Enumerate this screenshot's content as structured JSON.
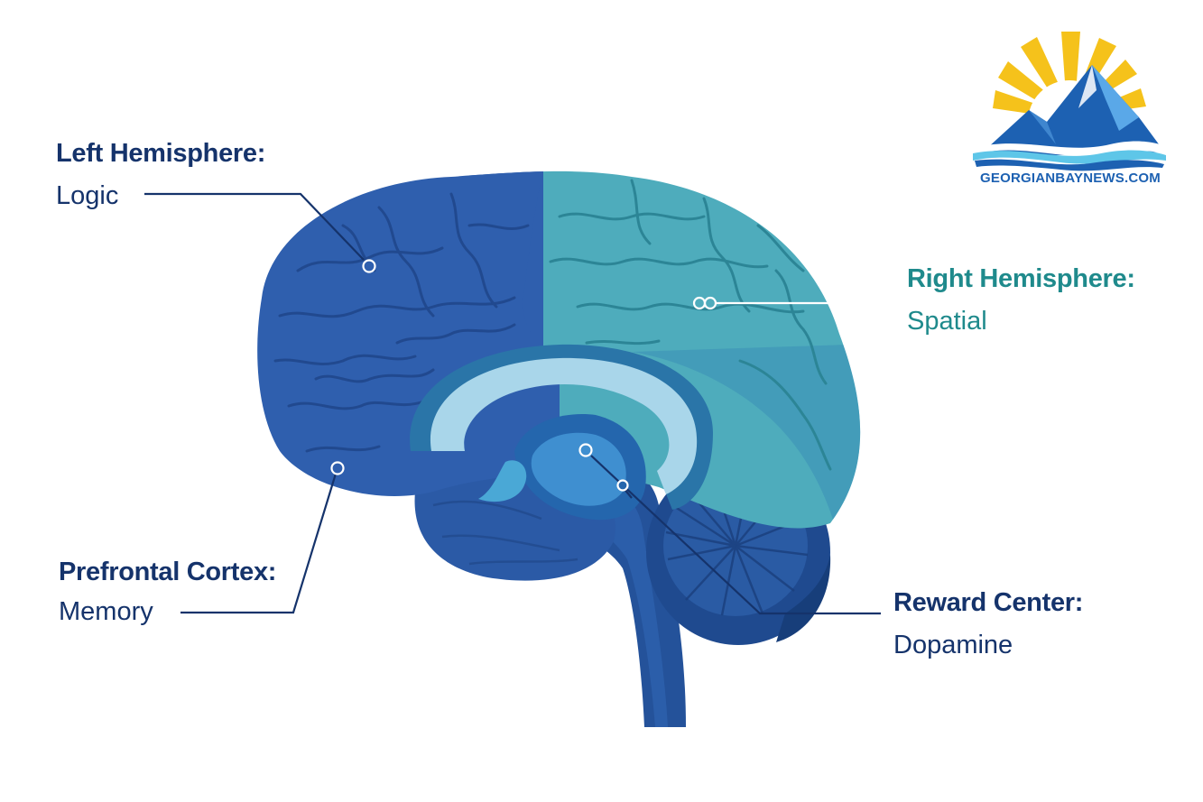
{
  "labels": {
    "left_hemisphere": {
      "title": "Left Hemisphere:",
      "subtitle": "Logic"
    },
    "right_hemisphere": {
      "title": "Right Hemisphere:",
      "subtitle": "Spatial"
    },
    "prefrontal_cortex": {
      "title": "Prefrontal Cortex:",
      "subtitle": "Memory"
    },
    "reward_center": {
      "title": "Reward Center:",
      "subtitle": "Dopamine"
    }
  },
  "logo": {
    "text": "GEORGIANBAYNEWS.COM"
  },
  "colors": {
    "left_hemisphere": "#2f5fae",
    "right_hemisphere": "#4eacbc",
    "label_navy": "#15336b",
    "label_teal": "#1f8a8c",
    "logo_sun": "#f5c21b",
    "logo_mountain": "#1d61b2",
    "logo_water": "#5ec6e8"
  }
}
